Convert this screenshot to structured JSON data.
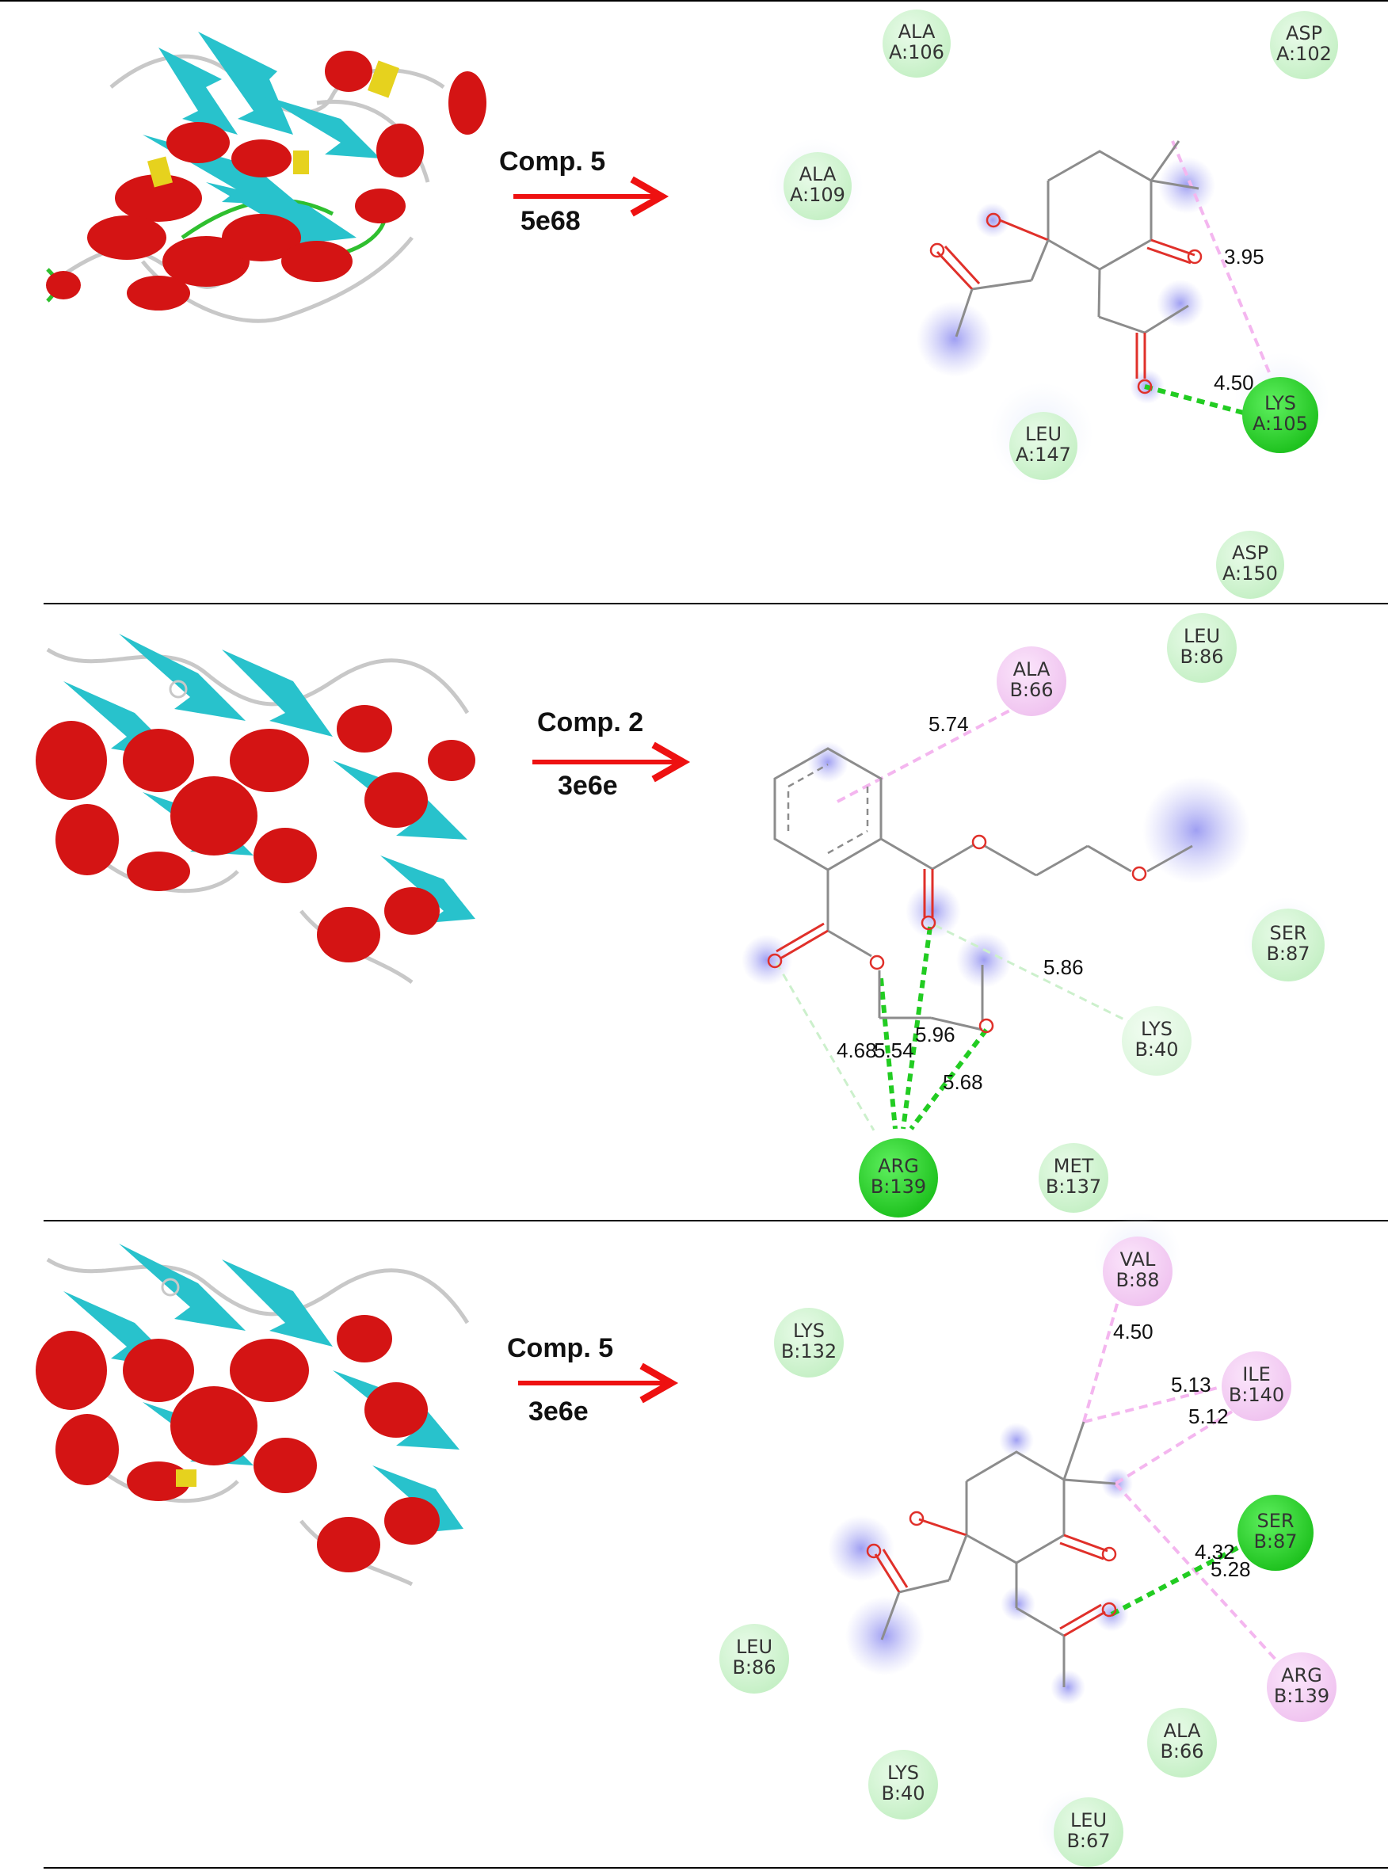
{
  "panels": [
    {
      "compound": "Comp. 5",
      "pdb": "5e68",
      "residues": [
        {
          "name": "ALA",
          "id": "A:106"
        },
        {
          "name": "ASP",
          "id": "A:102"
        },
        {
          "name": "ALA",
          "id": "A:109"
        },
        {
          "name": "LEU",
          "id": "A:147"
        },
        {
          "name": "LYS",
          "id": "A:105"
        },
        {
          "name": "ASP",
          "id": "A:150"
        }
      ],
      "distances": [
        "3.95",
        "4.50"
      ]
    },
    {
      "compound": "Comp. 2",
      "pdb": "3e6e",
      "residues": [
        {
          "name": "LEU",
          "id": "B:86"
        },
        {
          "name": "ALA",
          "id": "B:66"
        },
        {
          "name": "SER",
          "id": "B:87"
        },
        {
          "name": "LYS",
          "id": "B:40"
        },
        {
          "name": "ARG",
          "id": "B:139"
        },
        {
          "name": "MET",
          "id": "B:137"
        }
      ],
      "distances": [
        "5.74",
        "5.86",
        "4.68",
        "5.54",
        "5.96",
        "5.68"
      ]
    },
    {
      "compound": "Comp. 5",
      "pdb": "3e6e",
      "residues": [
        {
          "name": "VAL",
          "id": "B:88"
        },
        {
          "name": "LYS",
          "id": "B:132"
        },
        {
          "name": "ILE",
          "id": "B:140"
        },
        {
          "name": "SER",
          "id": "B:87"
        },
        {
          "name": "LEU",
          "id": "B:86"
        },
        {
          "name": "ARG",
          "id": "B:139"
        },
        {
          "name": "ALA",
          "id": "B:66"
        },
        {
          "name": "LYS",
          "id": "B:40"
        },
        {
          "name": "LEU",
          "id": "B:67"
        }
      ],
      "distances": [
        "4.50",
        "5.13",
        "5.12",
        "4.32",
        "5.28"
      ]
    }
  ],
  "colors": {
    "helix": "#d41414",
    "sheet": "#28c2cc",
    "coil": "#c8c8c8",
    "turn": "#2fbf2f",
    "sulfur": "#e6d21e",
    "arrow": "#ee1111",
    "hbond": "#22cc22",
    "carbon_hbond": "#ccf0cc",
    "hydrophobic": "#f4b6ef",
    "vdw_residue": "#d4f5d4",
    "hbond_residue": "#33dd33",
    "hydrophobic_residue": "#f7d4f7"
  }
}
